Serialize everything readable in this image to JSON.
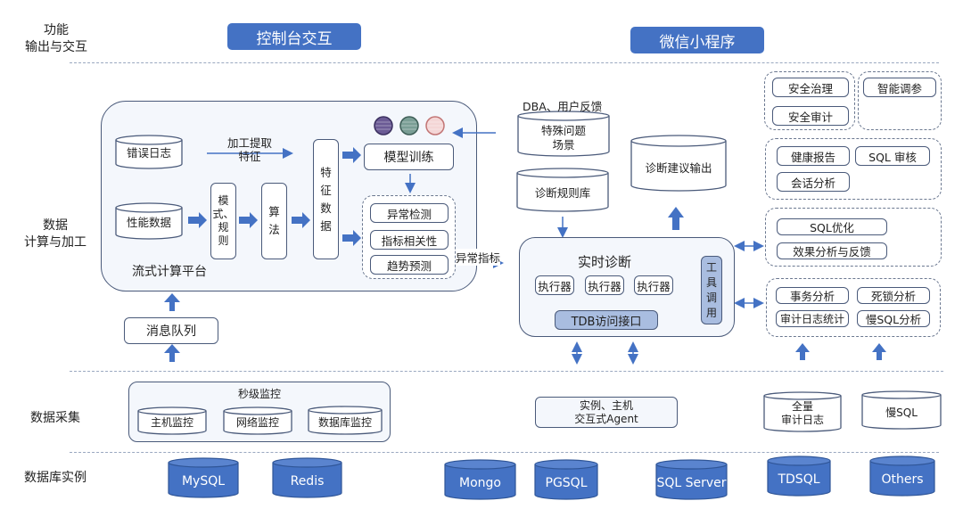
{
  "layers": {
    "output": "功能\n输出与交互",
    "compute": "数据\n计算与加工",
    "collect": "数据采集",
    "instances": "数据库实例"
  },
  "output_buttons": {
    "console": "控制台交互",
    "wechat": "微信小程序"
  },
  "stream_platform": {
    "title": "流式计算平台",
    "error_log": "错误日志",
    "perf_data": "性能数据",
    "extract_label": "加工提取\n特征",
    "pattern_rule": "模\n式、\n规\n则",
    "algorithm": "算\n法",
    "feature_data": "特\n征\n数\n据",
    "model_training": "模型训练",
    "analysis_items": [
      "异常检测",
      "指标相关性",
      "趋势预测"
    ],
    "model_icons": [
      "model-icon-purple",
      "model-icon-green",
      "model-icon-pink"
    ]
  },
  "anomaly_label": "异常指标",
  "message_queue": "消息队列",
  "diagnosis": {
    "feedback_label": "DBA、用户反馈",
    "special_scenarios": "特殊问题\n场景",
    "rule_library": "诊断规则库",
    "advice_output": "诊断建议输出",
    "realtime_title": "实时诊断",
    "executors": [
      "执行器",
      "执行器",
      "执行器"
    ],
    "tdb_interface": "TDB访问接口",
    "tool_call": "工\n具\n调\n用"
  },
  "functions": {
    "security": [
      "安全治理",
      "安全审计"
    ],
    "tuning": [
      "智能调参"
    ],
    "health": [
      "健康报告",
      "SQL 审核",
      "会话分析"
    ],
    "optimize": [
      "SQL优化",
      "效果分析与反馈"
    ],
    "analysis": [
      "事务分析",
      "死锁分析",
      "审计日志统计",
      "慢SQL分析"
    ]
  },
  "collection": {
    "second_monitor_title": "秒级监控",
    "monitors": [
      "主机监控",
      "网络监控",
      "数据库监控"
    ],
    "agent": "实例、主机\n交互式Agent",
    "audit_log": "全量\n审计日志",
    "slow_sql": "慢SQL"
  },
  "databases": [
    "MySQL",
    "Redis",
    "Mongo",
    "PGSQL",
    "SQL Server",
    "TDSQL",
    "Others"
  ],
  "colors": {
    "primary_blue": "#4472c4",
    "arrow_blue": "#4472c4",
    "border": "#4a5a7a",
    "panel_bg": "#f4f7fc",
    "filled_box": "#a9bde0"
  }
}
